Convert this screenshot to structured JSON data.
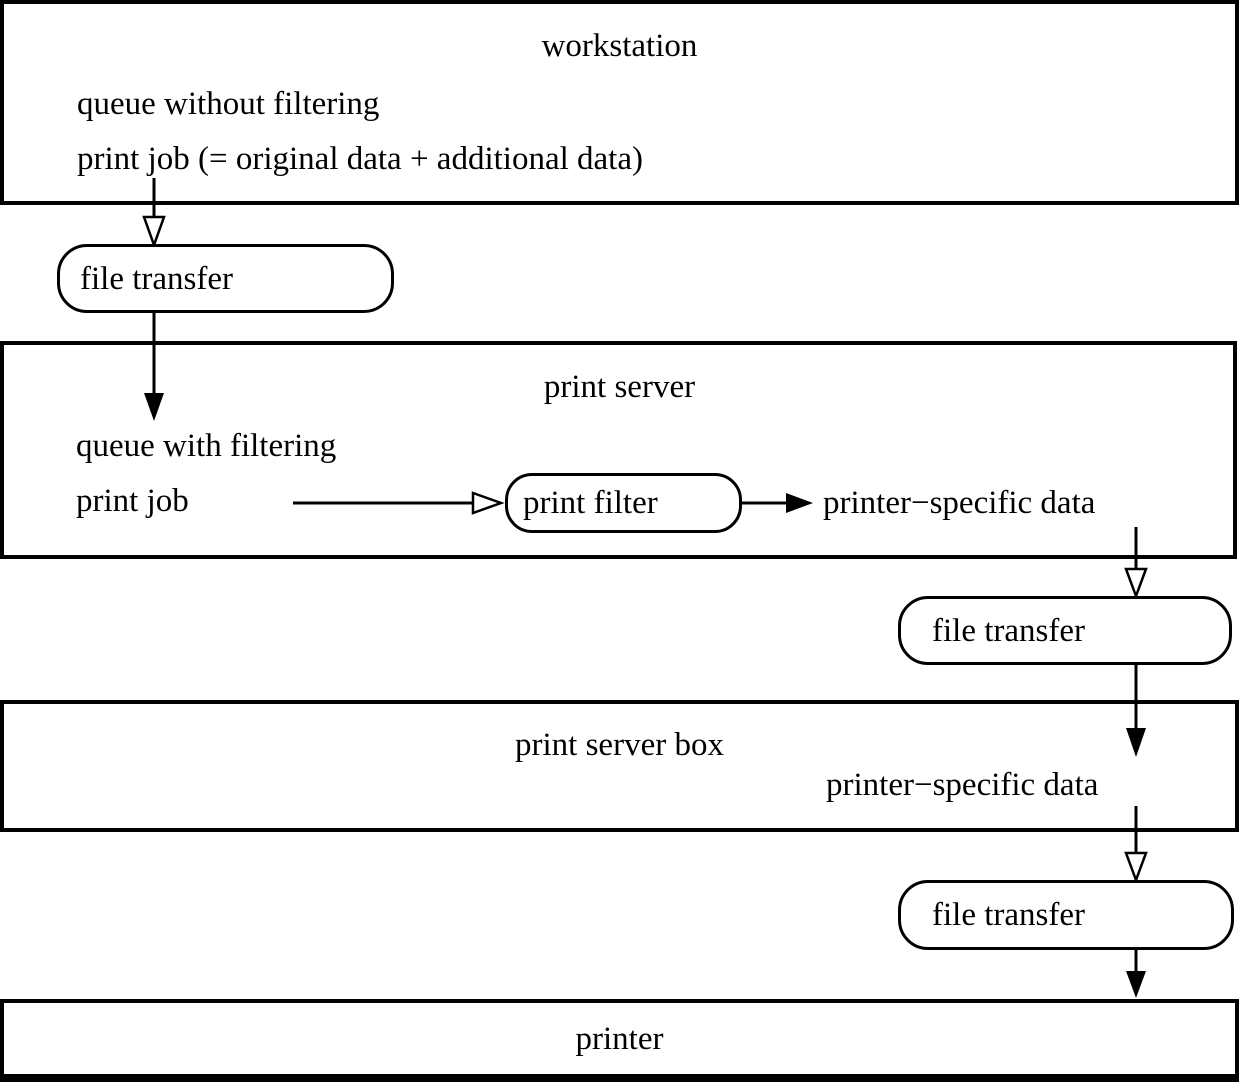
{
  "nodes": {
    "workstation": {
      "title": "workstation",
      "queue_label": "queue without filtering",
      "job_label": "print job (= original data + additional data)"
    },
    "file_transfer_1": {
      "label": "file transfer"
    },
    "print_server": {
      "title": "print server",
      "queue_label": "queue with filtering",
      "job_label": "print job",
      "filter_label": "print filter",
      "output_label": "printer−specific data"
    },
    "file_transfer_2": {
      "label": "file transfer"
    },
    "print_server_box": {
      "title": "print server box",
      "data_label": "printer−specific data"
    },
    "file_transfer_3": {
      "label": "file transfer"
    },
    "printer": {
      "title": "printer"
    }
  },
  "arrows": [
    {
      "from": "workstation print job",
      "to": "file transfer 1",
      "head": "hollow",
      "direction": "down"
    },
    {
      "from": "file transfer 1",
      "to": "print server queue",
      "head": "filled",
      "direction": "down"
    },
    {
      "from": "print job",
      "to": "print filter",
      "head": "hollow",
      "direction": "right"
    },
    {
      "from": "print filter",
      "to": "printer-specific data",
      "head": "filled",
      "direction": "right"
    },
    {
      "from": "printer-specific data",
      "to": "file transfer 2",
      "head": "hollow",
      "direction": "down"
    },
    {
      "from": "file transfer 2",
      "to": "print server box",
      "head": "filled",
      "direction": "down"
    },
    {
      "from": "print server box data",
      "to": "file transfer 3",
      "head": "hollow",
      "direction": "down"
    },
    {
      "from": "file transfer 3",
      "to": "printer",
      "head": "filled",
      "direction": "down"
    }
  ],
  "colors": {
    "line": "#000000",
    "text": "#000000",
    "background": "#ffffff"
  }
}
